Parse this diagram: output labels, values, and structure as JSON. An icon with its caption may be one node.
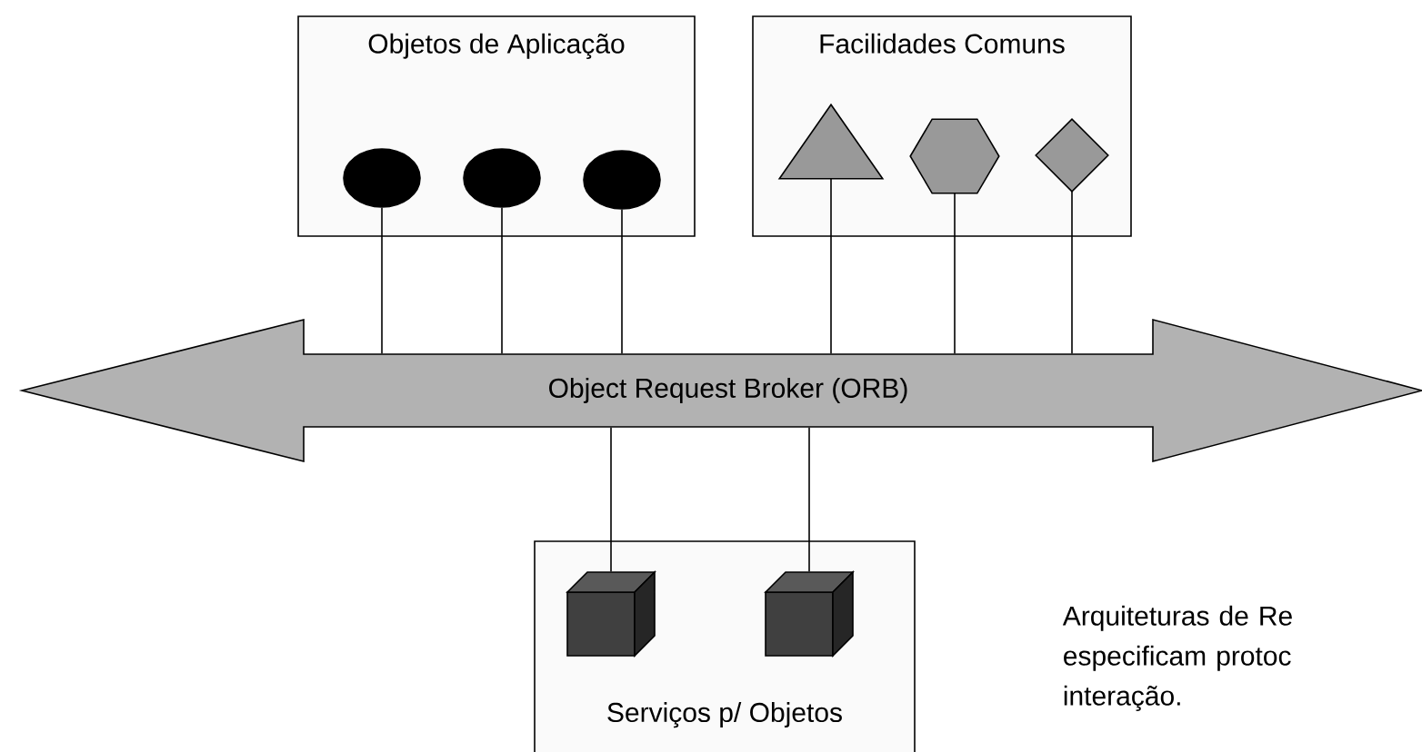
{
  "diagram": {
    "nodes": [
      {
        "text": [
          "Objetos de Aplicação"
        ]
      },
      {
        "text": [],
        "shape": "ellipse",
        "in": 0
      },
      {
        "text": [],
        "shape": "ellipse",
        "in": 0
      },
      {
        "text": [],
        "shape": "ellipse",
        "in": 0
      },
      {
        "text": [
          "Facilidades Comuns"
        ]
      },
      {
        "text": [],
        "shape": "triangle",
        "in": 4
      },
      {
        "text": [],
        "shape": "hexagon",
        "in": 4
      },
      {
        "text": [],
        "shape": "diamond",
        "in": 4
      },
      {
        "text": [
          "Object Request Broker (ORB)"
        ]
      },
      {
        "text": [
          "Serviços p/ Objetos"
        ]
      },
      {
        "text": [],
        "shape": "cube",
        "in": 9
      },
      {
        "text": [],
        "shape": "cube",
        "in": 9
      }
    ],
    "edges": [
      {
        "from": 1,
        "to": 8,
        "arrow": "none"
      },
      {
        "from": 2,
        "to": 8,
        "arrow": "none"
      },
      {
        "from": 3,
        "to": 8,
        "arrow": "none"
      },
      {
        "from": 5,
        "to": 8,
        "arrow": "none"
      },
      {
        "from": 6,
        "to": 8,
        "arrow": "none"
      },
      {
        "from": 7,
        "to": 8,
        "arrow": "none"
      },
      {
        "from": 8,
        "to": 10,
        "arrow": "none"
      },
      {
        "from": 8,
        "to": 11,
        "arrow": "none"
      }
    ],
    "labels": [
      "Arquiteturas de Re especificam protoc interação."
    ]
  }
}
